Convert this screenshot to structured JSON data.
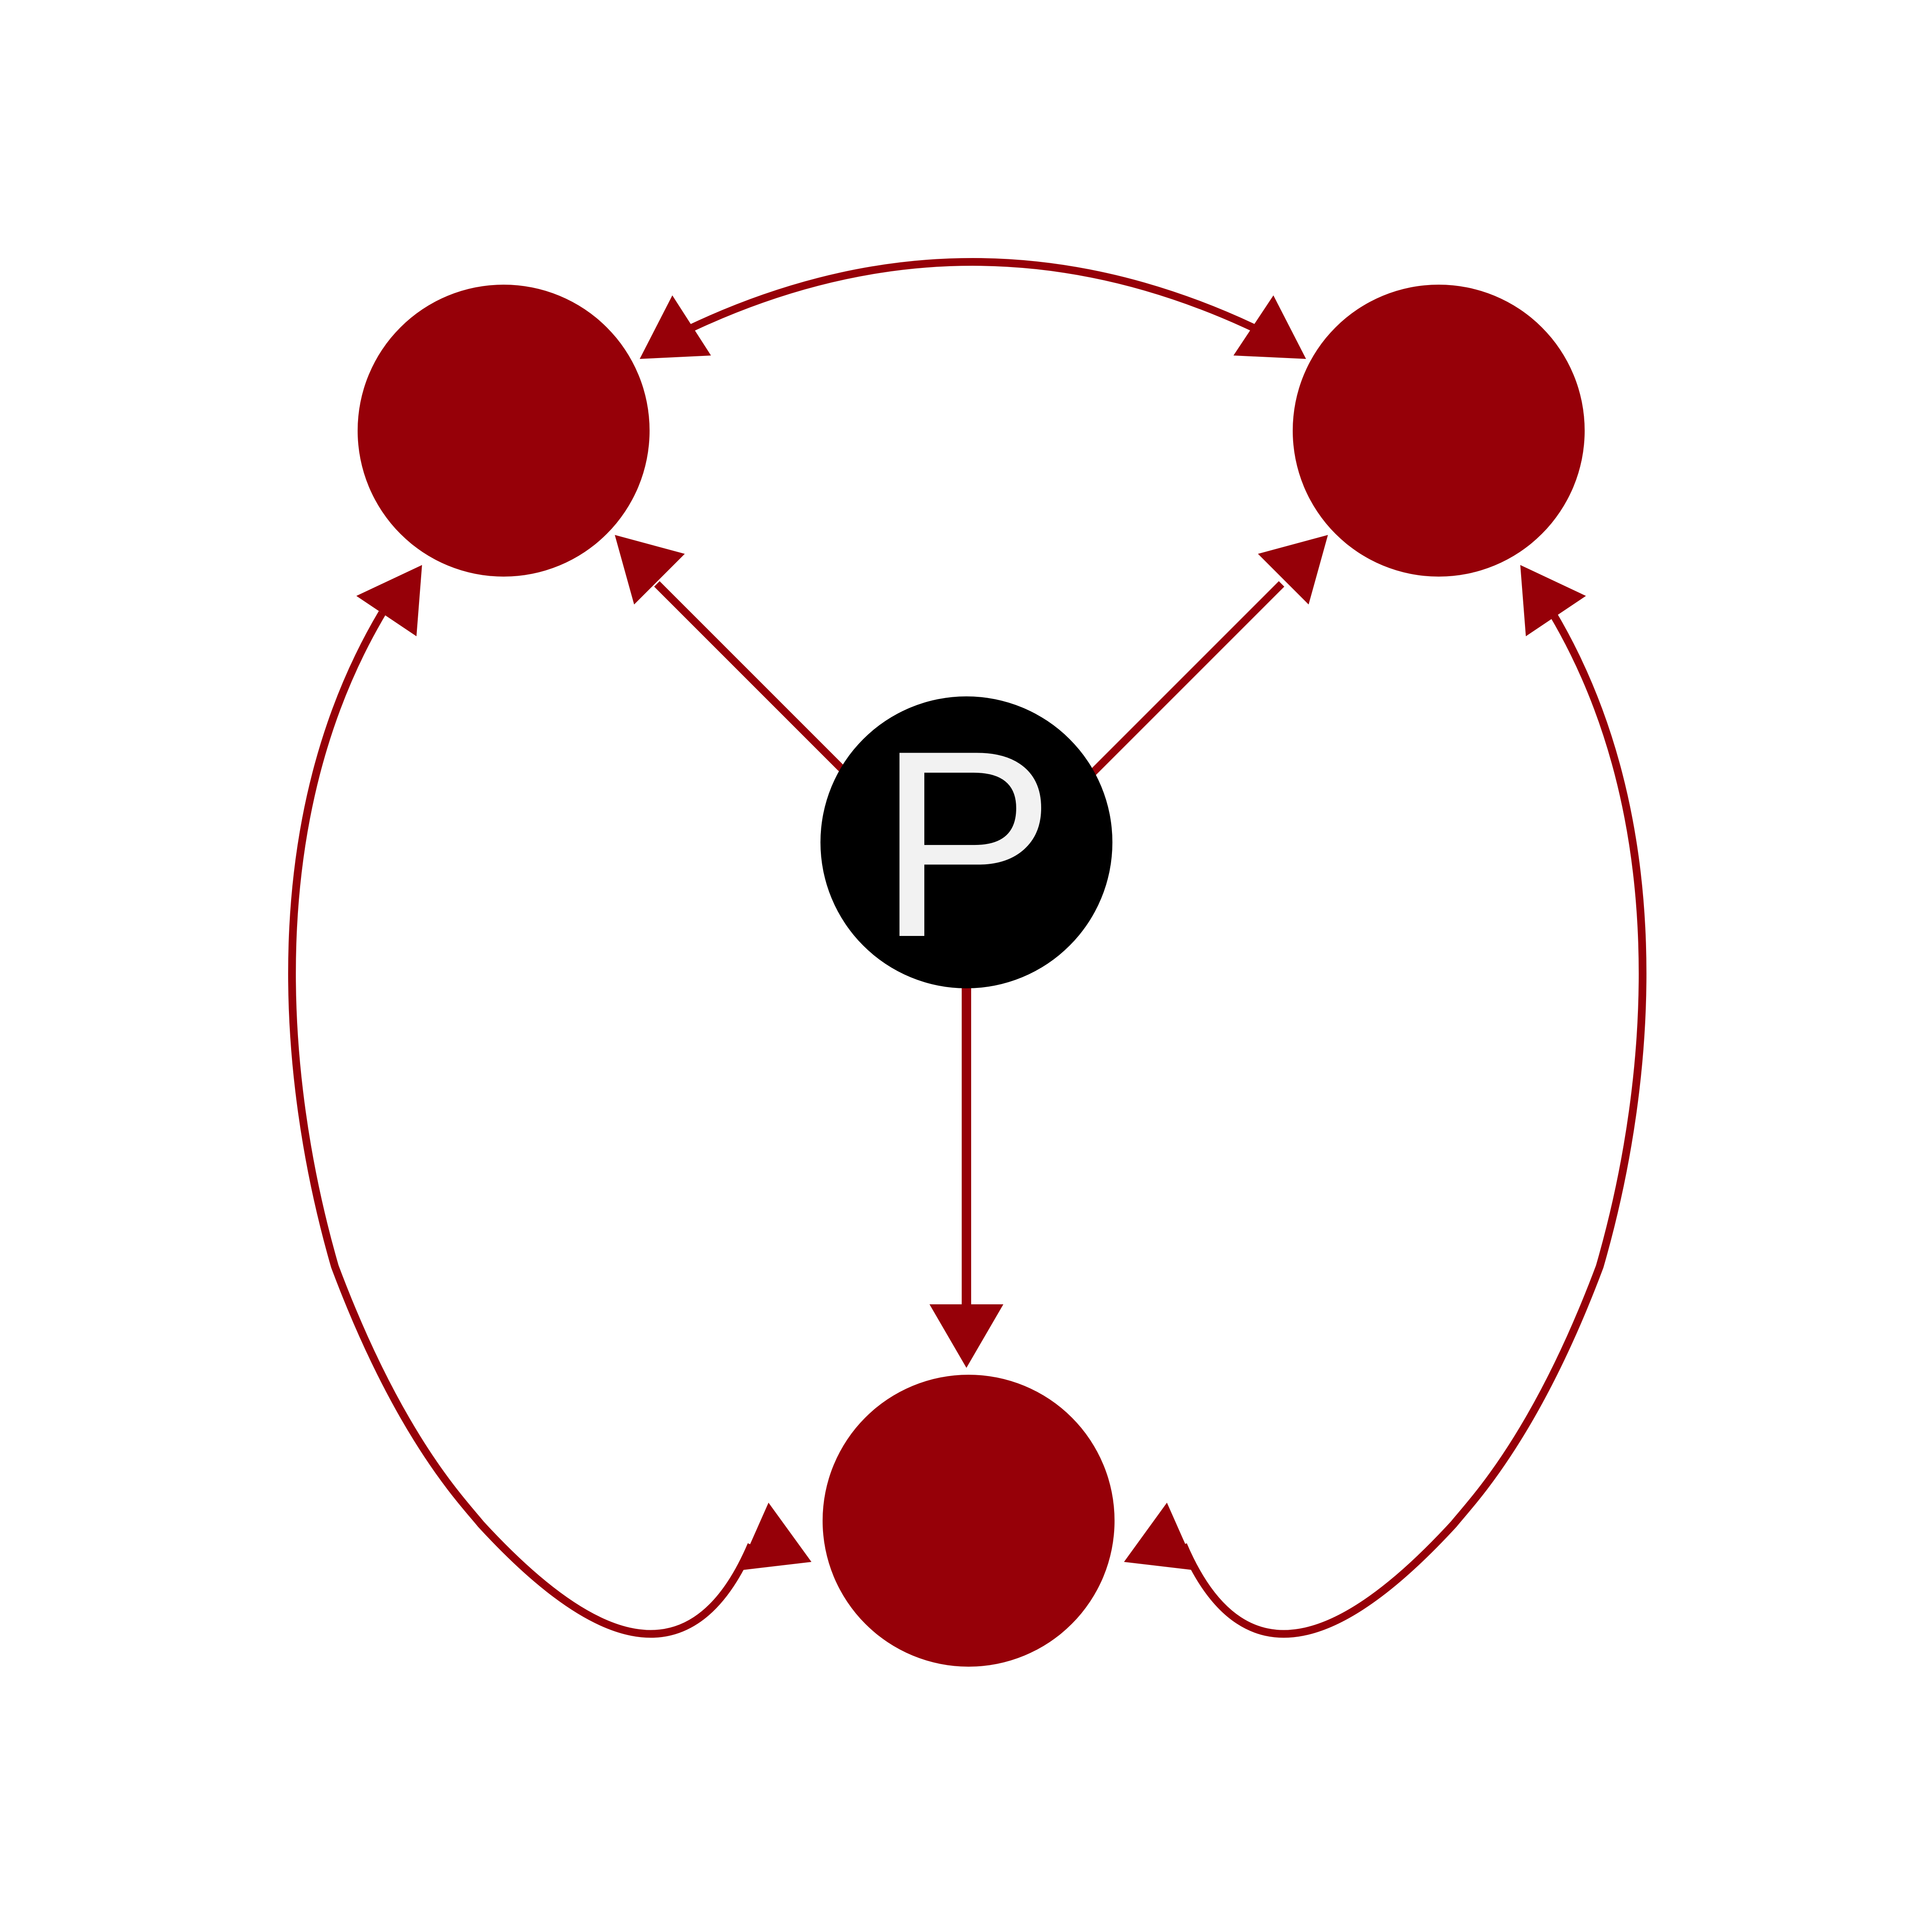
{
  "diagram": {
    "colors": {
      "background": "#ffffff",
      "node": "#960008",
      "center_node": "#000000",
      "edge": "#960008",
      "label_text": "#f2f2f2"
    },
    "center_node": {
      "label": "P"
    },
    "outer_nodes": [
      {
        "position": "top-left",
        "label": ""
      },
      {
        "position": "top-right",
        "label": ""
      },
      {
        "position": "bottom",
        "label": ""
      }
    ],
    "edges": [
      {
        "from": "P",
        "to": "top-left",
        "style": "straight arrow"
      },
      {
        "from": "P",
        "to": "top-right",
        "style": "straight arrow"
      },
      {
        "from": "P",
        "to": "bottom",
        "style": "straight arrow"
      },
      {
        "from": "top-left",
        "to": "top-right",
        "style": "curved double-headed arrow"
      },
      {
        "from": "top-left",
        "to": "bottom",
        "style": "curved double-headed arrow"
      },
      {
        "from": "top-right",
        "to": "bottom",
        "style": "curved double-headed arrow"
      }
    ]
  }
}
